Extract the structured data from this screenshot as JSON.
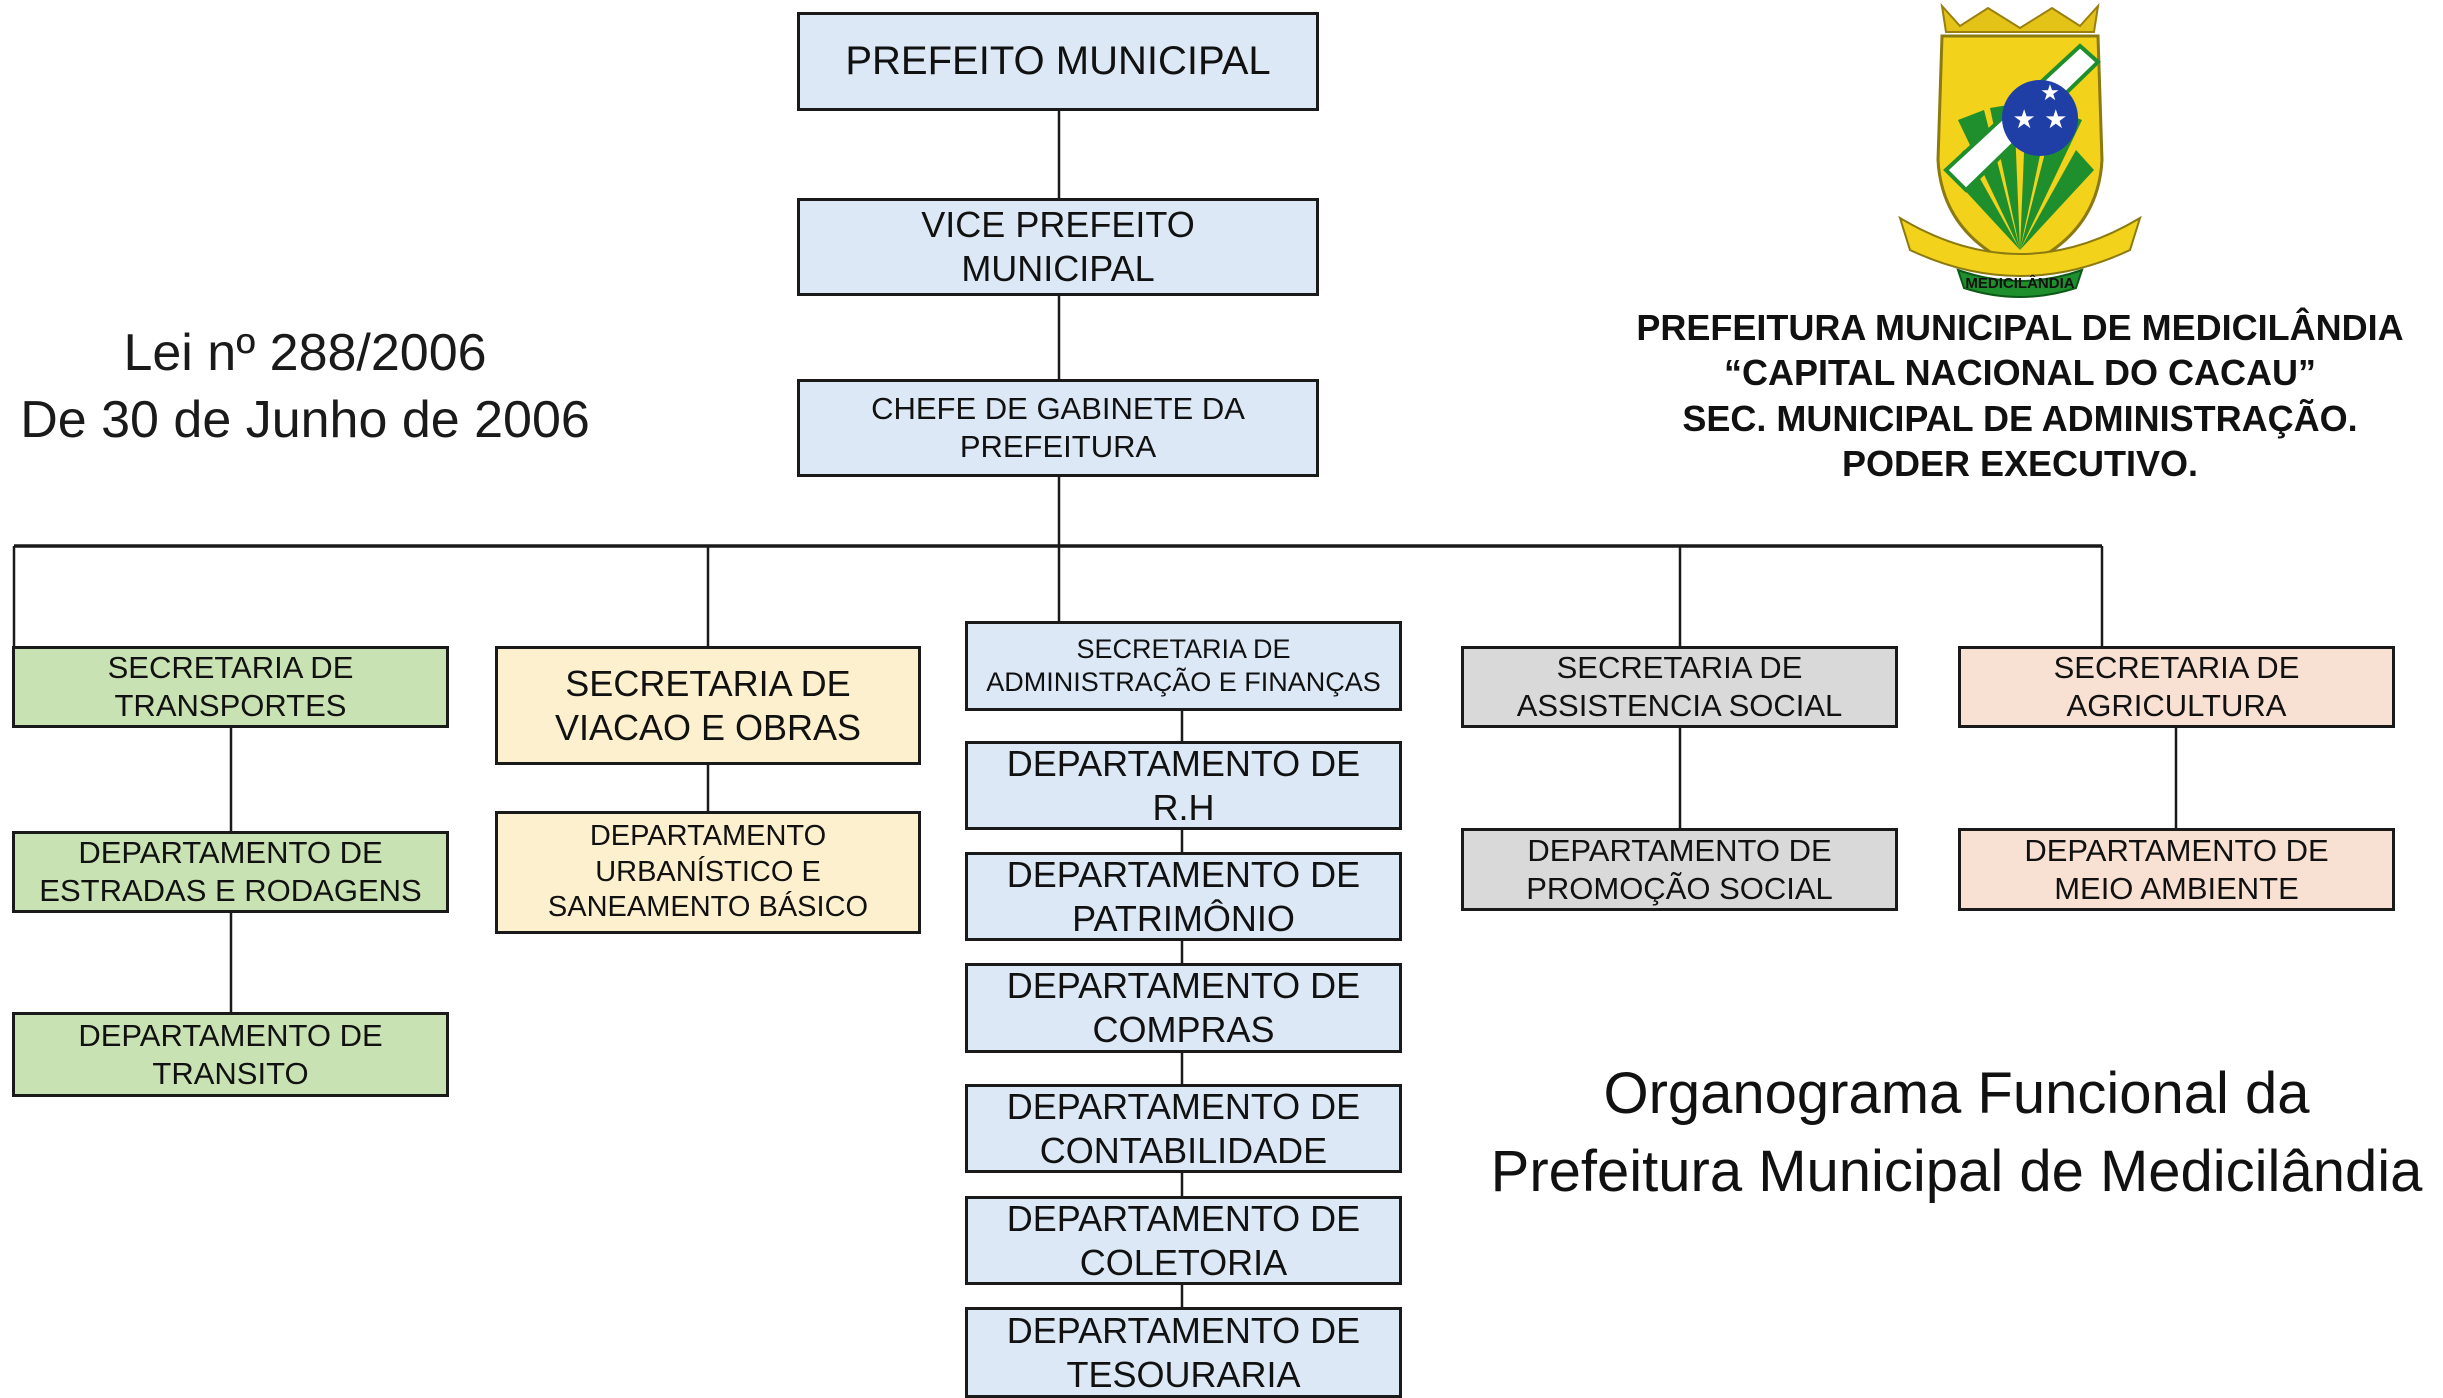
{
  "law": {
    "line1": "Lei nº 288/2006",
    "line2": "De 30 de Junho de 2006"
  },
  "header": {
    "line1": "PREFEITURA MUNICIPAL DE MEDICILÂNDIA",
    "line2": "“CAPITAL NACIONAL DO CACAU”",
    "line3": "SEC. MUNICIPAL DE ADMINISTRAÇÃO.",
    "line4": "PODER EXECUTIVO."
  },
  "crest": {
    "banner_text": "MEDICILÂNDIA",
    "colors": {
      "gold": "#f2d21b",
      "green": "#1f8f2e",
      "blue": "#1f3fa6",
      "white": "#ffffff"
    }
  },
  "title": {
    "line1": "Organograma Funcional da",
    "line2": "Prefeitura Municipal de Medicilândia"
  },
  "chart": {
    "top": {
      "prefeito": [
        "PREFEITO MUNICIPAL"
      ],
      "vice": [
        "VICE PREFEITO",
        "MUNICIPAL"
      ],
      "chefe": [
        "CHEFE DE GABINETE DA",
        "PREFEITURA"
      ]
    },
    "transportes": {
      "secretaria": [
        "SECRETARIA DE",
        "TRANSPORTES"
      ],
      "departments": [
        [
          "DEPARTAMENTO DE",
          "ESTRADAS E RODAGENS"
        ],
        [
          "DEPARTAMENTO DE",
          "TRANSITO"
        ]
      ]
    },
    "viacao": {
      "secretaria": [
        "SECRETARIA DE",
        "VIACAO E OBRAS"
      ],
      "departments": [
        [
          "DEPARTAMENTO",
          "URBANÍSTICO E",
          "SANEAMENTO BÁSICO"
        ]
      ]
    },
    "administracao": {
      "secretaria": [
        "SECRETARIA DE",
        "ADMINISTRAÇÃO E FINANÇAS"
      ],
      "departments": [
        [
          "DEPARTAMENTO DE",
          "R.H"
        ],
        [
          "DEPARTAMENTO DE",
          "PATRIMÔNIO"
        ],
        [
          "DEPARTAMENTO DE",
          "COMPRAS"
        ],
        [
          "DEPARTAMENTO DE",
          "CONTABILIDADE"
        ],
        [
          "DEPARTAMENTO DE",
          "COLETORIA"
        ],
        [
          "DEPARTAMENTO DE",
          "TESOURARIA"
        ]
      ]
    },
    "assistencia": {
      "secretaria": [
        "SECRETARIA DE",
        "ASSISTENCIA SOCIAL"
      ],
      "departments": [
        [
          "DEPARTAMENTO DE",
          "PROMOÇÃO SOCIAL"
        ]
      ]
    },
    "agricultura": {
      "secretaria": [
        "SECRETARIA DE",
        "AGRICULTURA"
      ],
      "departments": [
        [
          "DEPARTAMENTO DE",
          "MEIO AMBIENTE"
        ]
      ]
    }
  },
  "colors": {
    "blue": "#dce8f5",
    "green": "#c9e2b3",
    "yellow": "#fdf0cf",
    "gray": "#d9d9d9",
    "pink": "#f8e0d3",
    "border": "#1a1a1a"
  }
}
